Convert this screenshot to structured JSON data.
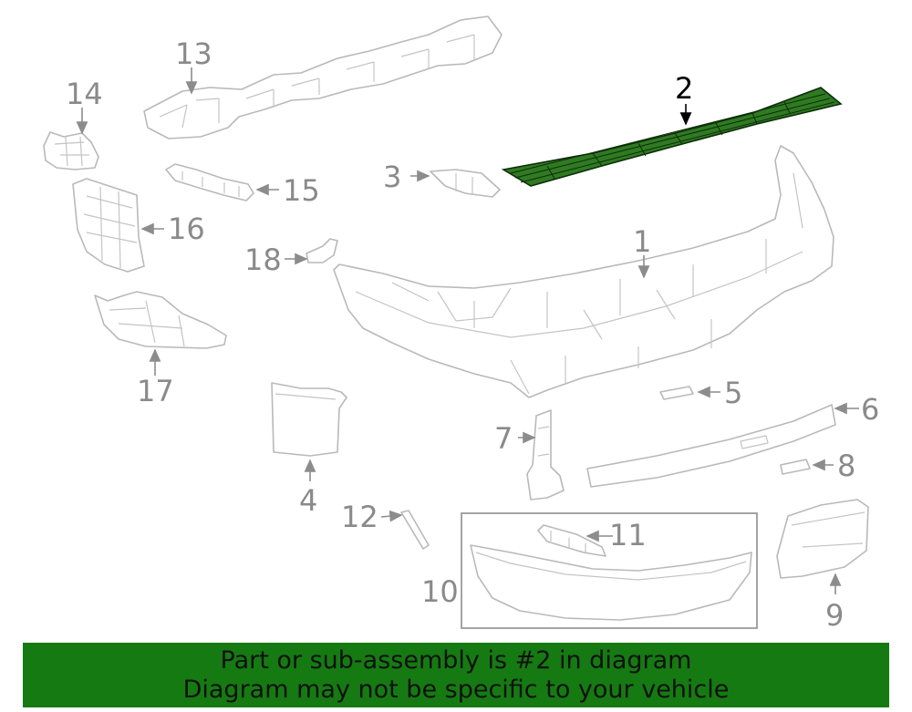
{
  "callouts": {
    "c1": "1",
    "c2": "2",
    "c3": "3",
    "c4": "4",
    "c5": "5",
    "c6": "6",
    "c7": "7",
    "c8": "8",
    "c9": "9",
    "c10": "10",
    "c11": "11",
    "c12": "12",
    "c13": "13",
    "c14": "14",
    "c15": "15",
    "c16": "16",
    "c17": "17",
    "c18": "18"
  },
  "highlighted_part": "2",
  "banner": {
    "line1": "Part or sub-assembly is #2 in diagram",
    "line2": "Diagram may not be specific to your vehicle"
  },
  "colors": {
    "highlight_fill": "#2f7a22",
    "banner_background": "#167a12",
    "part_outline": "#b9b9b9"
  }
}
